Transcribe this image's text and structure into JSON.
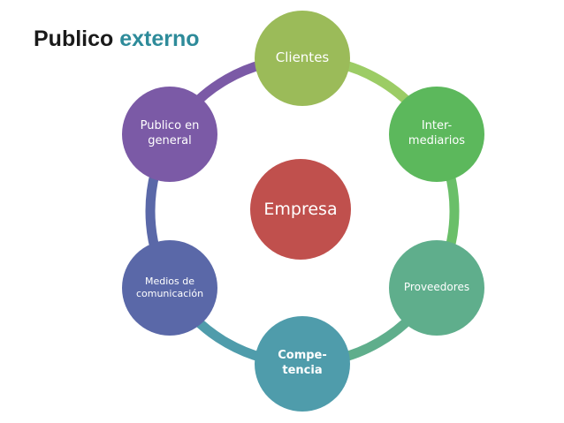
{
  "title": {
    "part1": "Publico",
    "part2": "externo"
  },
  "center": {
    "label": "Empresa",
    "color": "#c0504d"
  },
  "nodes": [
    {
      "id": "clientes",
      "label": "Clientes",
      "color": "#9bbb59"
    },
    {
      "id": "intermediarios",
      "label": "Inter-\nmediarios",
      "color": "#5cb85c"
    },
    {
      "id": "proveedores",
      "label": "Proveedores",
      "color": "#5fae8c"
    },
    {
      "id": "competencia",
      "label": "Compe-\ntencia",
      "color": "#4f9cab"
    },
    {
      "id": "medios",
      "label": "Medios de\ncomunicación",
      "color": "#5a68a8"
    },
    {
      "id": "publico",
      "label": "Publico en\ngeneral",
      "color": "#7b5aa6"
    }
  ],
  "connectors": [
    {
      "from": "clientes",
      "to": "intermediarios",
      "color": "#9ccc65"
    },
    {
      "from": "intermediarios",
      "to": "proveedores",
      "color": "#6abf69"
    },
    {
      "from": "proveedores",
      "to": "competencia",
      "color": "#5fae8c"
    },
    {
      "from": "competencia",
      "to": "medios",
      "color": "#4f9cab"
    },
    {
      "from": "medios",
      "to": "publico",
      "color": "#5a68a8"
    },
    {
      "from": "publico",
      "to": "clientes",
      "color": "#7b5aa6"
    }
  ]
}
